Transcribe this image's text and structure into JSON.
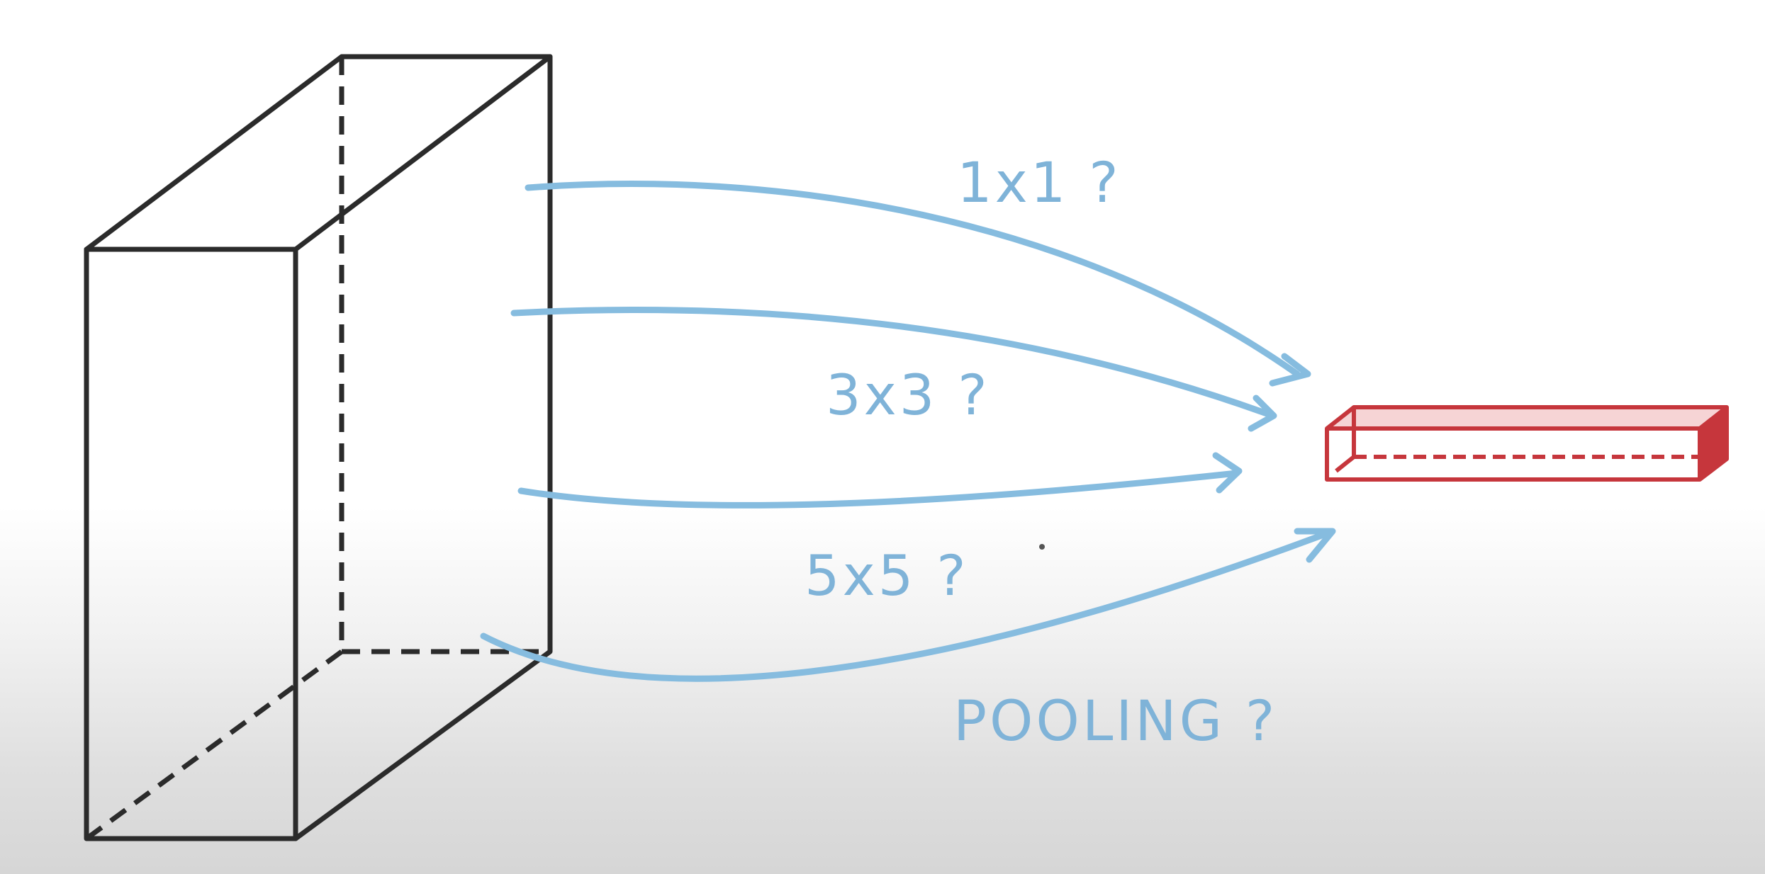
{
  "labels": {
    "one_by_one": "1x1 ?",
    "three_by_three": "3x3 ?",
    "five_by_five": "5x5 ?",
    "pooling": "POOLING ?"
  },
  "colors": {
    "input_volume": "#2b2b2b",
    "arrows": "#86bcdf",
    "labels": "#7fb3d8",
    "output_volume": "#c6363c"
  }
}
